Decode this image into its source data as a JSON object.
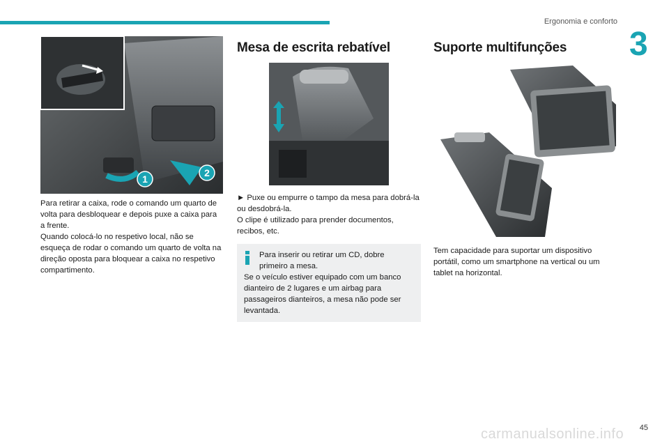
{
  "header": {
    "title": "Ergonomia e conforto",
    "chapter": "3"
  },
  "col1": {
    "callouts": [
      "1",
      "2"
    ],
    "paragraph1": "Para retirar a caixa, rode o comando um quarto de volta para desbloquear e depois puxe a caixa para a frente.",
    "paragraph2": "Quando colocá-lo no respetivo local, não se esqueça de rodar o comando um quarto de volta na direção oposta para bloquear a caixa no respetivo compartimento."
  },
  "col2": {
    "title": "Mesa de escrita rebatível",
    "bullet": "►",
    "step": "Puxe ou empurre o tampo da mesa para dobrá-la ou desdobrá-la.",
    "clip_text": "O clipe é utilizado para prender documentos, recibos, etc.",
    "note_line1": "Para inserir ou retirar um CD, dobre primeiro a mesa.",
    "note_line2": "Se o veículo estiver equipado com um banco dianteiro de 2 lugares e um airbag para passageiros dianteiros, a mesa não pode ser levantada."
  },
  "col3": {
    "title": "Suporte multifunções",
    "text": "Tem capacidade para suportar um dispositivo portátil, como um smartphone na vertical ou um tablet na horizontal."
  },
  "footer": {
    "page_number": "45",
    "watermark": "carmanualsonline.info"
  },
  "colors": {
    "accent": "#1aa4b3",
    "note_bg": "#eeeff0"
  }
}
